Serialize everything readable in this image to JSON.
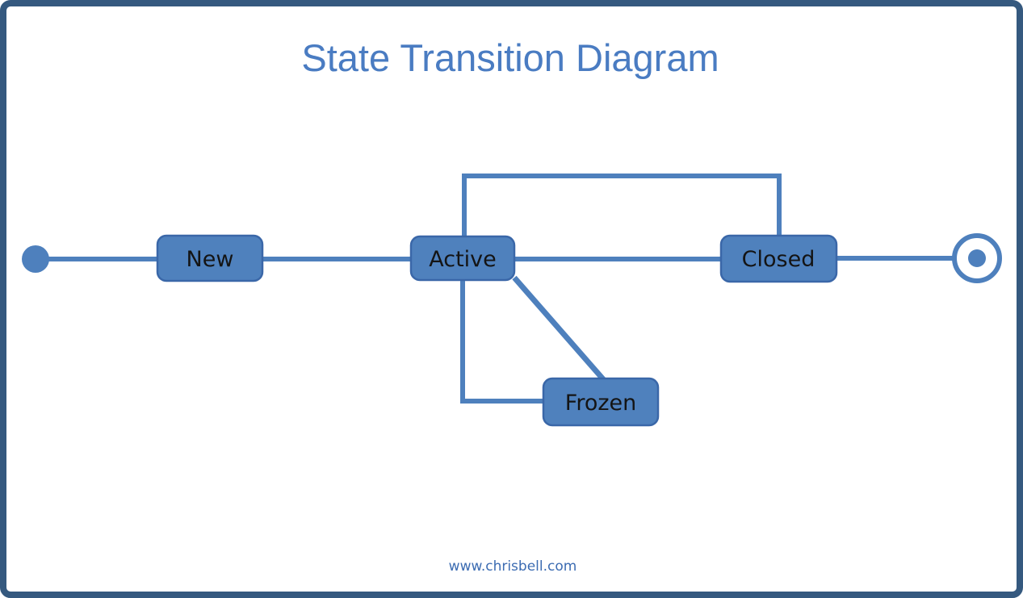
{
  "title": "State Transition Diagram",
  "footer": "www.chrisbell.com",
  "diagram": {
    "type": "state-transition",
    "start_node": "start",
    "end_node": "end",
    "states": [
      {
        "id": "new",
        "label": "New"
      },
      {
        "id": "active",
        "label": "Active"
      },
      {
        "id": "closed",
        "label": "Closed"
      },
      {
        "id": "frozen",
        "label": "Frozen"
      }
    ],
    "transitions": [
      {
        "from": "start",
        "to": "new",
        "route": "straight"
      },
      {
        "from": "new",
        "to": "active",
        "route": "straight"
      },
      {
        "from": "active",
        "to": "closed",
        "route": "straight"
      },
      {
        "from": "closed",
        "to": "end",
        "route": "straight"
      },
      {
        "from": "active",
        "to": "closed",
        "route": "top-loop"
      },
      {
        "from": "active",
        "to": "frozen",
        "route": "diagonal"
      },
      {
        "from": "frozen",
        "to": "active",
        "route": "elbow"
      }
    ]
  },
  "colors": {
    "background": "#FFFFFF",
    "frame_border": "#35597F",
    "title_text": "#4A7CC2",
    "connector": "#4E80BD",
    "node_fill": "#4F81BD",
    "node_border": "#3A67A8",
    "node_text": "#141414",
    "footer_text": "#3C6CB2"
  }
}
